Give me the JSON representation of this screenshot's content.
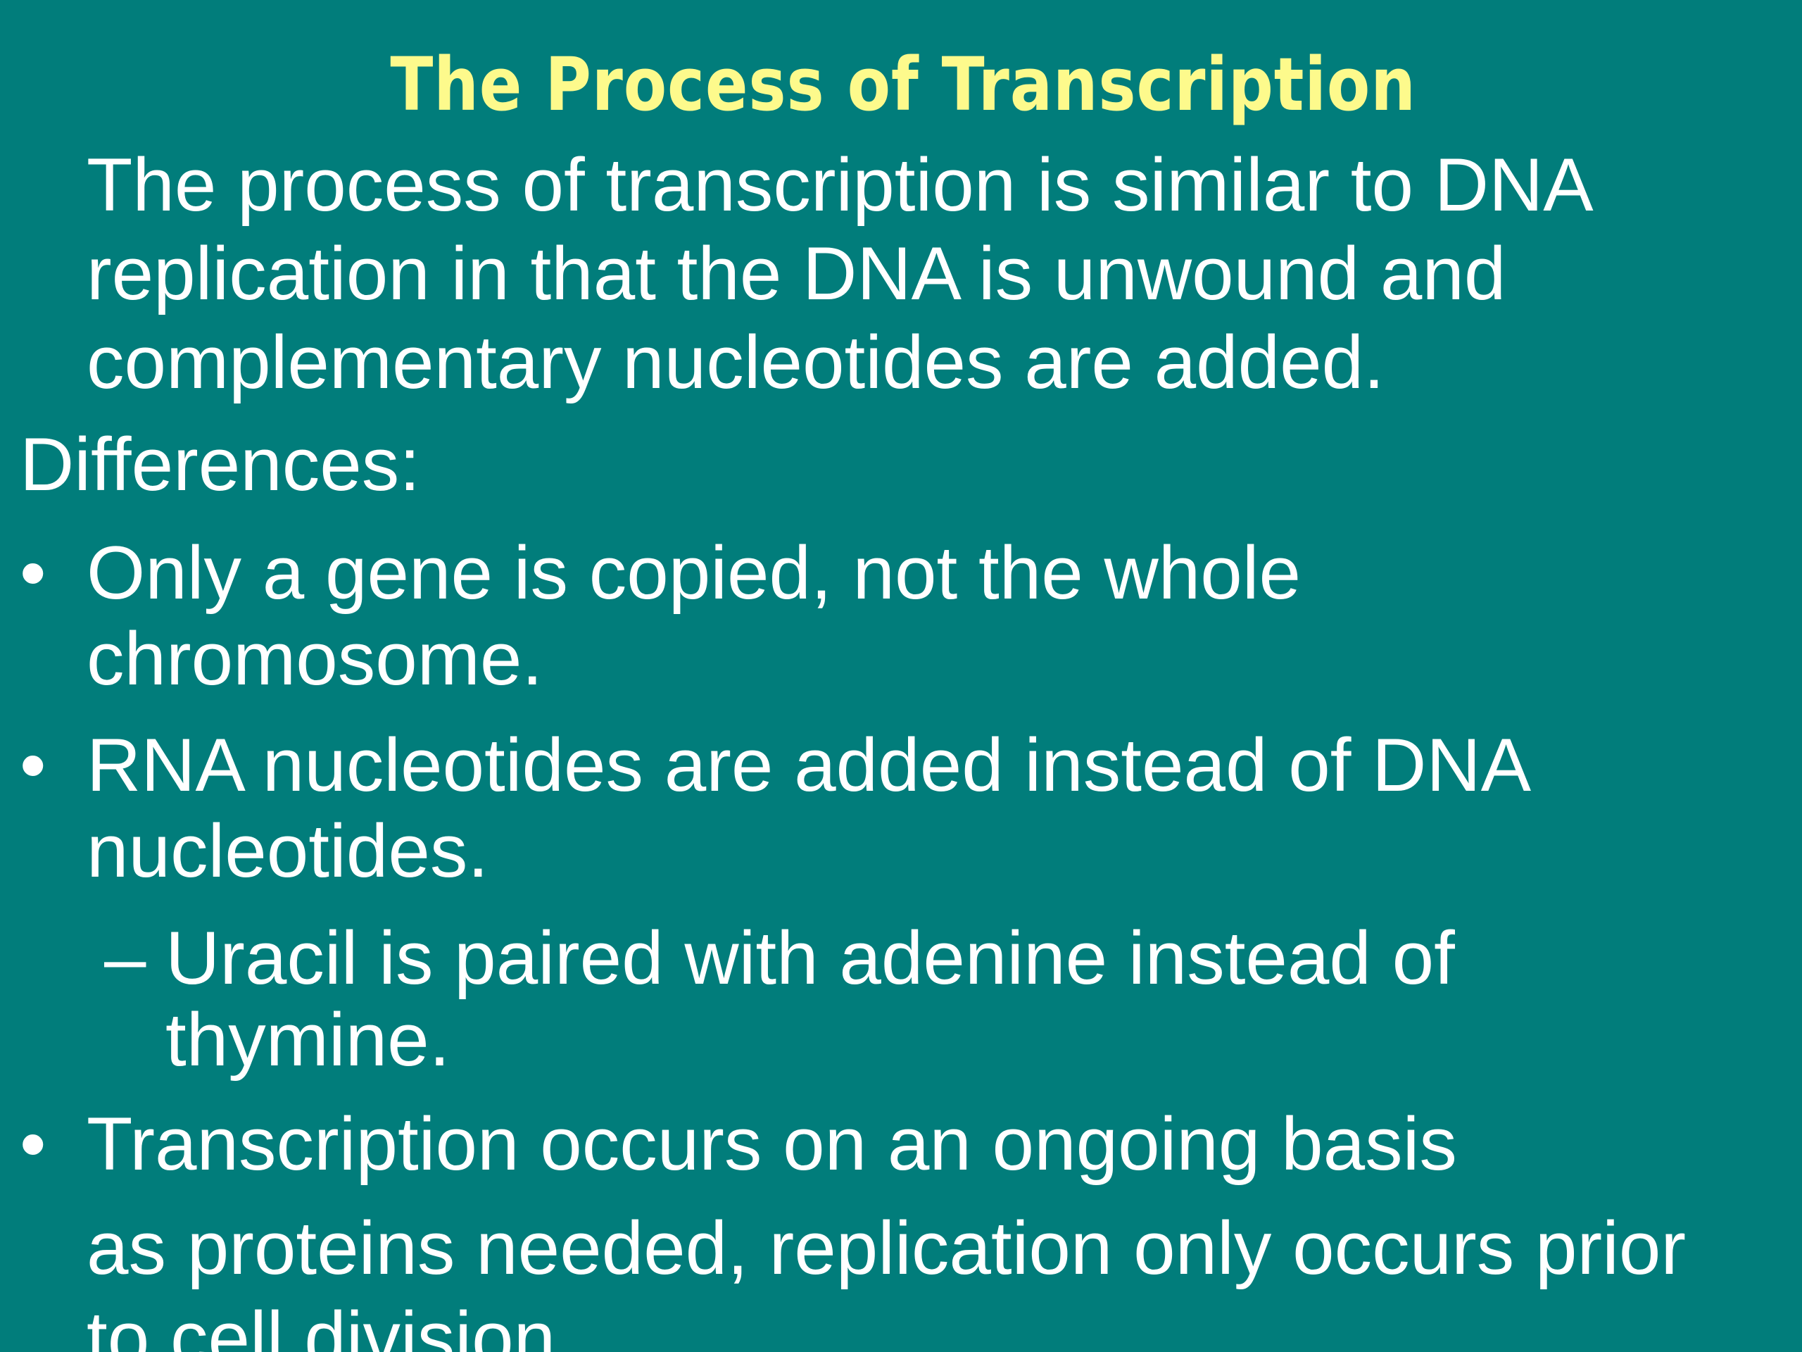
{
  "title": "The Process of Transcription",
  "intro": [
    "The process of transcription is similar to DNA",
    "replication in that the DNA is unwound and",
    "complementary nucleotides are added."
  ],
  "differences_heading": "Differences:",
  "bullet_symbol": "•",
  "dash_symbol": "–",
  "bullets": [
    {
      "lines": [
        "Only a gene is copied, not the whole",
        "chromosome."
      ]
    },
    {
      "lines": [
        "RNA nucleotides are added instead of DNA",
        "nucleotides."
      ],
      "sub": {
        "lines": [
          "Uracil is paired with adenine instead of",
          "thymine."
        ]
      }
    },
    {
      "lines": [
        "Transcription occurs on an ongoing basis",
        "as proteins needed, replication only occurs prior",
        "to cell division."
      ]
    }
  ]
}
